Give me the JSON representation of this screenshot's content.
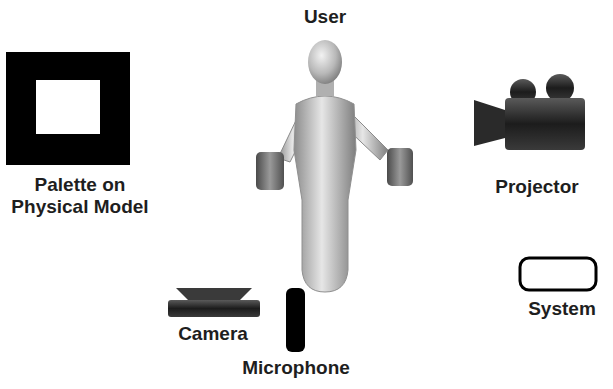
{
  "diagram": {
    "labels": [
      "User",
      "Palette on Physical Model",
      "Projector",
      "System",
      "Camera",
      "Microphone"
    ]
  }
}
